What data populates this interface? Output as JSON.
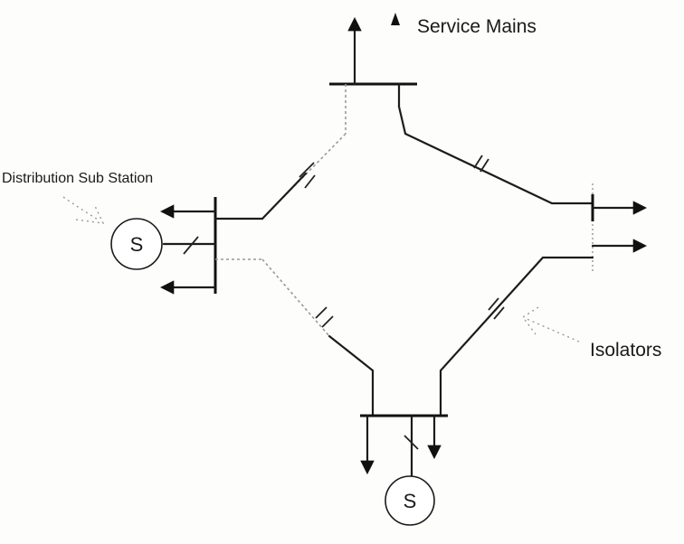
{
  "labels": {
    "service_mains": "Service Mains",
    "distribution_sub_station": "Distribution Sub Station",
    "isolators": "Isolators"
  },
  "stations": {
    "left_symbol": "S",
    "bottom_symbol": "S"
  },
  "colors": {
    "ink": "#1c1c1c",
    "faint": "#9a9a9a",
    "paper": "#fdfdfb"
  }
}
